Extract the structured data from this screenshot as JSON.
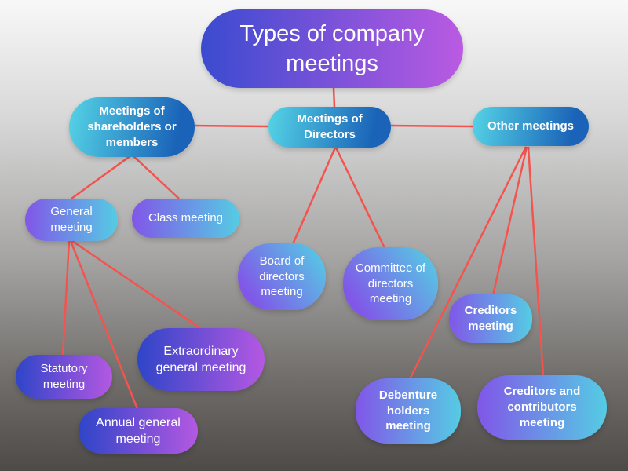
{
  "diagram": {
    "nodes": {
      "title": "Types of company meetings",
      "shareholders": "Meetings of shareholders or members",
      "directors": "Meetings of Directors",
      "other": "Other meetings",
      "general": "General meeting",
      "class": "Class meeting",
      "board": "Board of directors meeting",
      "committee": "Committee of directors meeting",
      "creditors": "Creditors meeting",
      "statutory": "Statutory meeting",
      "extraordinary": "Extraordinary general meeting",
      "annual": "Annual general meeting",
      "debenture": "Debenture holders meeting",
      "contributors": "Creditors and contributors meeting"
    },
    "edges": [
      {
        "from": "title",
        "to": "directors"
      },
      {
        "from": "directors",
        "to": "shareholders"
      },
      {
        "from": "directors",
        "to": "other"
      },
      {
        "from": "shareholders",
        "to": "general"
      },
      {
        "from": "shareholders",
        "to": "class"
      },
      {
        "from": "directors",
        "to": "board"
      },
      {
        "from": "directors",
        "to": "committee"
      },
      {
        "from": "general",
        "to": "statutory"
      },
      {
        "from": "general",
        "to": "annual"
      },
      {
        "from": "general",
        "to": "extraordinary"
      },
      {
        "from": "other",
        "to": "creditors"
      },
      {
        "from": "other",
        "to": "debenture"
      },
      {
        "from": "other",
        "to": "contributors"
      }
    ],
    "colors": {
      "connector": "#f4534e",
      "title_gradient": [
        "#3a4bd0",
        "#ba5ae2"
      ],
      "cyan_blue_gradient": [
        "#55d4e6",
        "#1a63b8"
      ],
      "purple_cyan_gradient": [
        "#8156e8",
        "#55cce4"
      ],
      "blue_purple_gradient": [
        "#2e45c8",
        "#b458e2"
      ],
      "text": "#ffffff",
      "background_top": "#f8f8f8",
      "background_bottom": "#4d4a47"
    }
  }
}
